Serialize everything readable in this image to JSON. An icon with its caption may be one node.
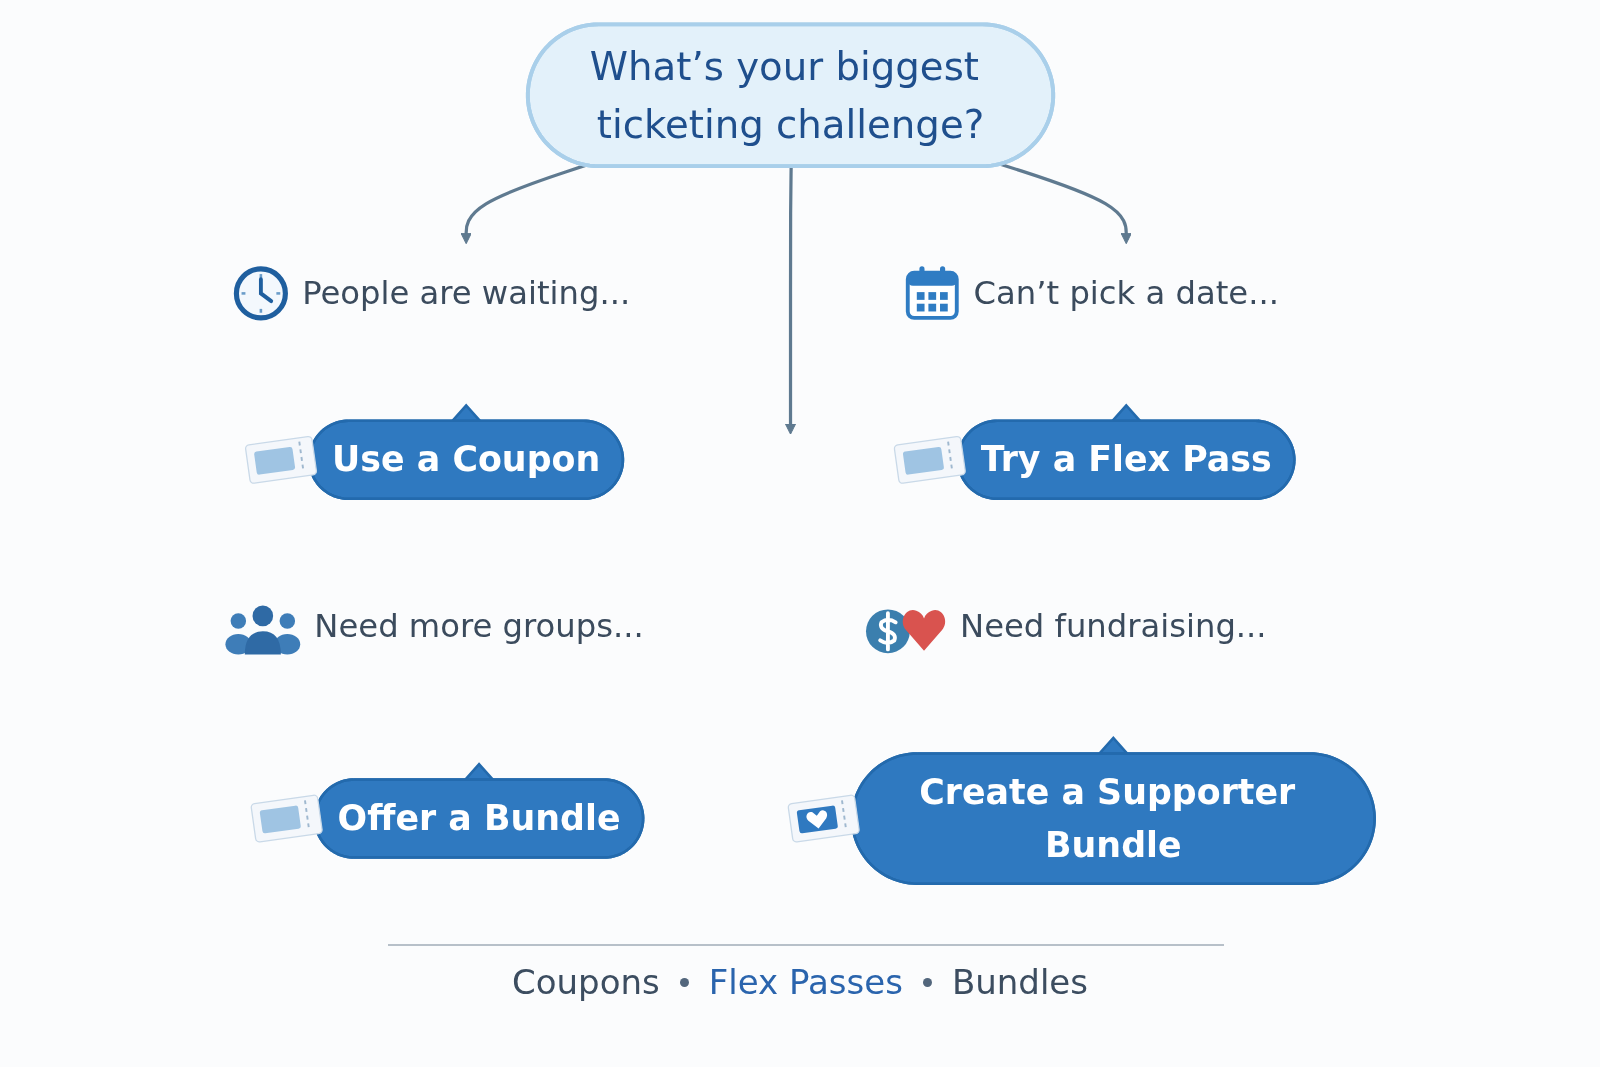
{
  "diagram": {
    "nodes": [
      {
        "text": [
          "What’s your biggest ticketing challenge?"
        ]
      },
      {
        "text": [
          "People are waiting..."
        ]
      },
      {
        "text": [
          "Use a Coupon"
        ]
      },
      {
        "text": [
          "Can’t pick a date..."
        ]
      },
      {
        "text": [
          "Try a Flex Pass"
        ]
      },
      {
        "text": [
          "Need more groups..."
        ]
      },
      {
        "text": [
          "Offer a Bundle"
        ]
      },
      {
        "text": [
          "Need fundraising..."
        ]
      },
      {
        "text": [
          "Create a Supporter Bundle"
        ]
      }
    ],
    "edges": [
      {
        "from": 0,
        "to": 1,
        "arrow": "to"
      },
      {
        "from": 0,
        "to": null,
        "arrow": "to"
      },
      {
        "from": 0,
        "to": 3,
        "arrow": "to"
      }
    ],
    "labels": [
      "Coupons",
      "Flex Passes",
      "Bundles"
    ]
  }
}
